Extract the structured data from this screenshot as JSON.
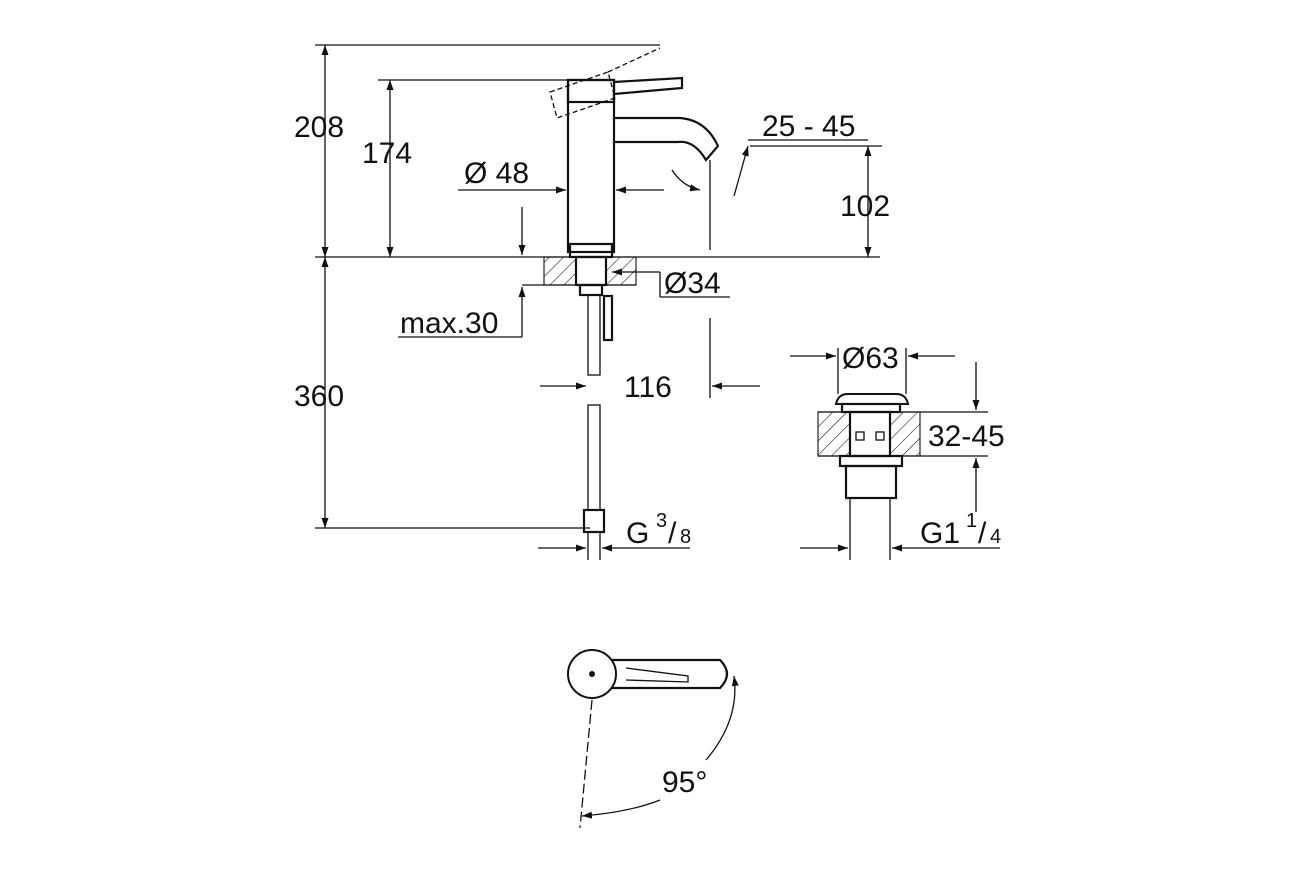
{
  "dimensions": {
    "total_height": "208",
    "spout_height": "174",
    "body_diameter": "Ø 48",
    "spout_angle": "25 - 45",
    "outlet_height": "102",
    "base_diameter": "Ø34",
    "max_deck": "max.30",
    "hose_length": "360",
    "reach": "116",
    "hose_thread": "G",
    "hose_thread_num": "3",
    "hose_thread_den": "8",
    "waste_diameter": "Ø63",
    "waste_deck": "32-45",
    "waste_thread": "G1",
    "waste_thread_num": "1",
    "waste_thread_den": "4",
    "lever_rotation": "95°"
  },
  "colors": {
    "line": "#111111",
    "background": "#ffffff"
  }
}
